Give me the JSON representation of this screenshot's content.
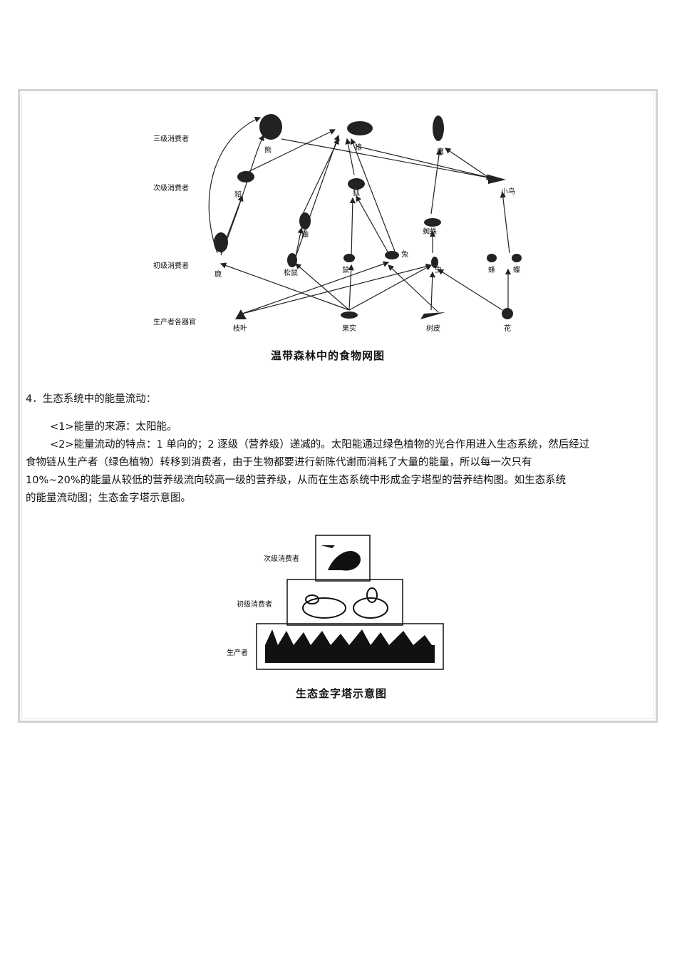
{
  "food_web": {
    "levels": [
      "三级消费者",
      "次级消费者",
      "初级消费者",
      "生产者各器官"
    ],
    "organisms": {
      "bear": "熊",
      "wolf": "狼",
      "eagle": "鹰",
      "marten": "貂",
      "fox": "狐",
      "bird": "小鸟",
      "spider": "蜘蛛",
      "weasel": "鼬",
      "deer": "鹿",
      "squirrel": "松鼠",
      "mouse": "鼠",
      "rabbit": "兔",
      "insect": "虫",
      "bee": "蜂",
      "butterfly": "蝶",
      "leaf": "枝叶",
      "fruit": "果实",
      "bark": "树皮",
      "flower": "花"
    },
    "caption": "温带森林中的食物网图"
  },
  "section": {
    "heading": "4．生态系统中的能量流动：",
    "para1": "<1>能量的来源：太阳能。",
    "para2_line1": "<2>能量流动的特点：1 单向的；2 逐级（营养级）递减的。太阳能通过绿色植物的光合作用进入生态系统，然后经过",
    "para2_line2": "食物链从生产者（绿色植物）转移到消费者，由于生物都要进行新陈代谢而消耗了大量的能量，所以每一次只有",
    "para2_line3": "10%~20%的能量从较低的营养级流向较高一级的营养级，从而在生态系统中形成金字塔型的营养结构图。如生态系统",
    "para2_line4": "的能量流动图；生态金字塔示意图。"
  },
  "pyramid": {
    "levels": [
      "次级消费者",
      "初级消费者",
      "生产者"
    ],
    "caption": "生态金字塔示意图"
  }
}
